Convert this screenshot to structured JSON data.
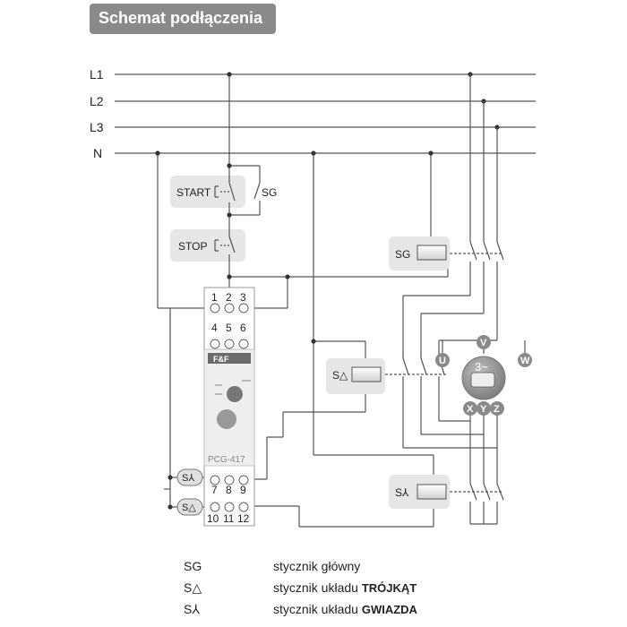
{
  "header": {
    "title": "Schemat podłączenia"
  },
  "lines": [
    "L1",
    "L2",
    "L3",
    "N"
  ],
  "controls": {
    "start_label": "START",
    "stop_label": "STOP",
    "sg_contact_label": "SG"
  },
  "contactors": {
    "sg": "SG",
    "delta": "S△",
    "star": "S⅄"
  },
  "relay": {
    "model": "PCG-417",
    "brand": "F&F",
    "terminals_row1": [
      "1",
      "2",
      "3"
    ],
    "terminals_row2": [
      "4",
      "5",
      "6"
    ],
    "terminals_row3": [
      "7",
      "8",
      "9"
    ],
    "terminals_row4": [
      "10",
      "11",
      "12"
    ],
    "side_star": "S⅄",
    "side_delta": "S△"
  },
  "motor": {
    "symbol": "3~",
    "terminals_top": [
      "U",
      "V",
      "W"
    ],
    "terminals_bottom": [
      "X",
      "Y",
      "Z"
    ]
  },
  "legend": [
    {
      "code": "SG",
      "desc": "stycznik główny",
      "bold": ""
    },
    {
      "code": "S△",
      "desc": "stycznik układu ",
      "bold": "TRÓJKĄT"
    },
    {
      "code": "S⅄",
      "desc": "stycznik układu ",
      "bold": "GWIAZDA"
    }
  ],
  "colors": {
    "line": "#555555",
    "header_bg": "#8a8a8a",
    "box_bg": "#e6e6e6",
    "motor": "#8a8a8a"
  }
}
